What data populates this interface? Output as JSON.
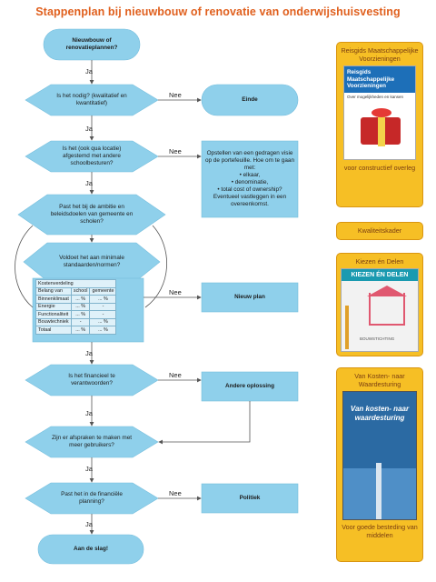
{
  "title": "Stappenplan bij nieuwbouw of renovatie van onderwijshuisvesting",
  "flow": {
    "start": "Nieuwbouw of renovatieplannen?",
    "q1": "Is het nodig? (kwalitatief en kwantitatief)",
    "q2": "Is het (ook qua locatie) afgestemd met andere schoolbesturen?",
    "q3": "Past het bij de ambitie en beleidsdoelen van gemeente en scholen?",
    "q4": "Voldoet het aan minimale standaarden/normen?",
    "q5": "Is het financieel te verantwoorden?",
    "q6": "Zijn er afspraken te maken met meer gebruikers?",
    "q7": "Past het in de financiële planning?",
    "end": "Aan de slag!",
    "r1": "Einde",
    "r2": "Opstellen van een gedragen visie op de portefeuille. Hoe om te gaan met:\n• elkaar,\n• denominatie,\n• total cost of ownership?\nEventueel vastleggen in een overeenkomst.",
    "r4": "Nieuw plan",
    "r5": "Andere oplossing",
    "r7": "Politiek",
    "ja": "Ja",
    "nee": "Nee"
  },
  "kostenverdeling": {
    "title": "Kostenverdeling",
    "headers": [
      "Belang van",
      "school",
      "gemeente"
    ],
    "rows": [
      [
        "Binnenklimaat",
        "... %",
        "... %"
      ],
      [
        "Energie",
        "... %",
        "-"
      ],
      [
        "Functionaliteit",
        "... %",
        "-"
      ],
      [
        "Bouwtechniek",
        "-",
        "... %"
      ],
      [
        "Totaal",
        "... %",
        "... %"
      ]
    ]
  },
  "sidebar": {
    "reisgids": {
      "caption": "Reisgids Maatschappelijke Voorzieningen",
      "cover_title": "Reisgids Maatschappelijke Voorzieningen",
      "cover_sub": "Over mogelijkheden en kansen",
      "footer": "voor constructief overleg"
    },
    "kwaliteitskader": "Kwaliteitskader",
    "kiezen": {
      "caption": "Kiezen én Delen",
      "cover_title": "KIEZEN ÉN DELEN",
      "cover_brand": "BOUWSTICHTING"
    },
    "kosten": {
      "caption": "Van Kosten- naar Waardesturing",
      "cover_title": "Van kosten- naar waardesturing",
      "footer": "Voor goede besteding van middelen"
    }
  },
  "colors": {
    "node_fill": "#8fd0eb",
    "title": "#e0601e",
    "sidebar_fill": "#f6bf25",
    "arrow": "#555555"
  }
}
